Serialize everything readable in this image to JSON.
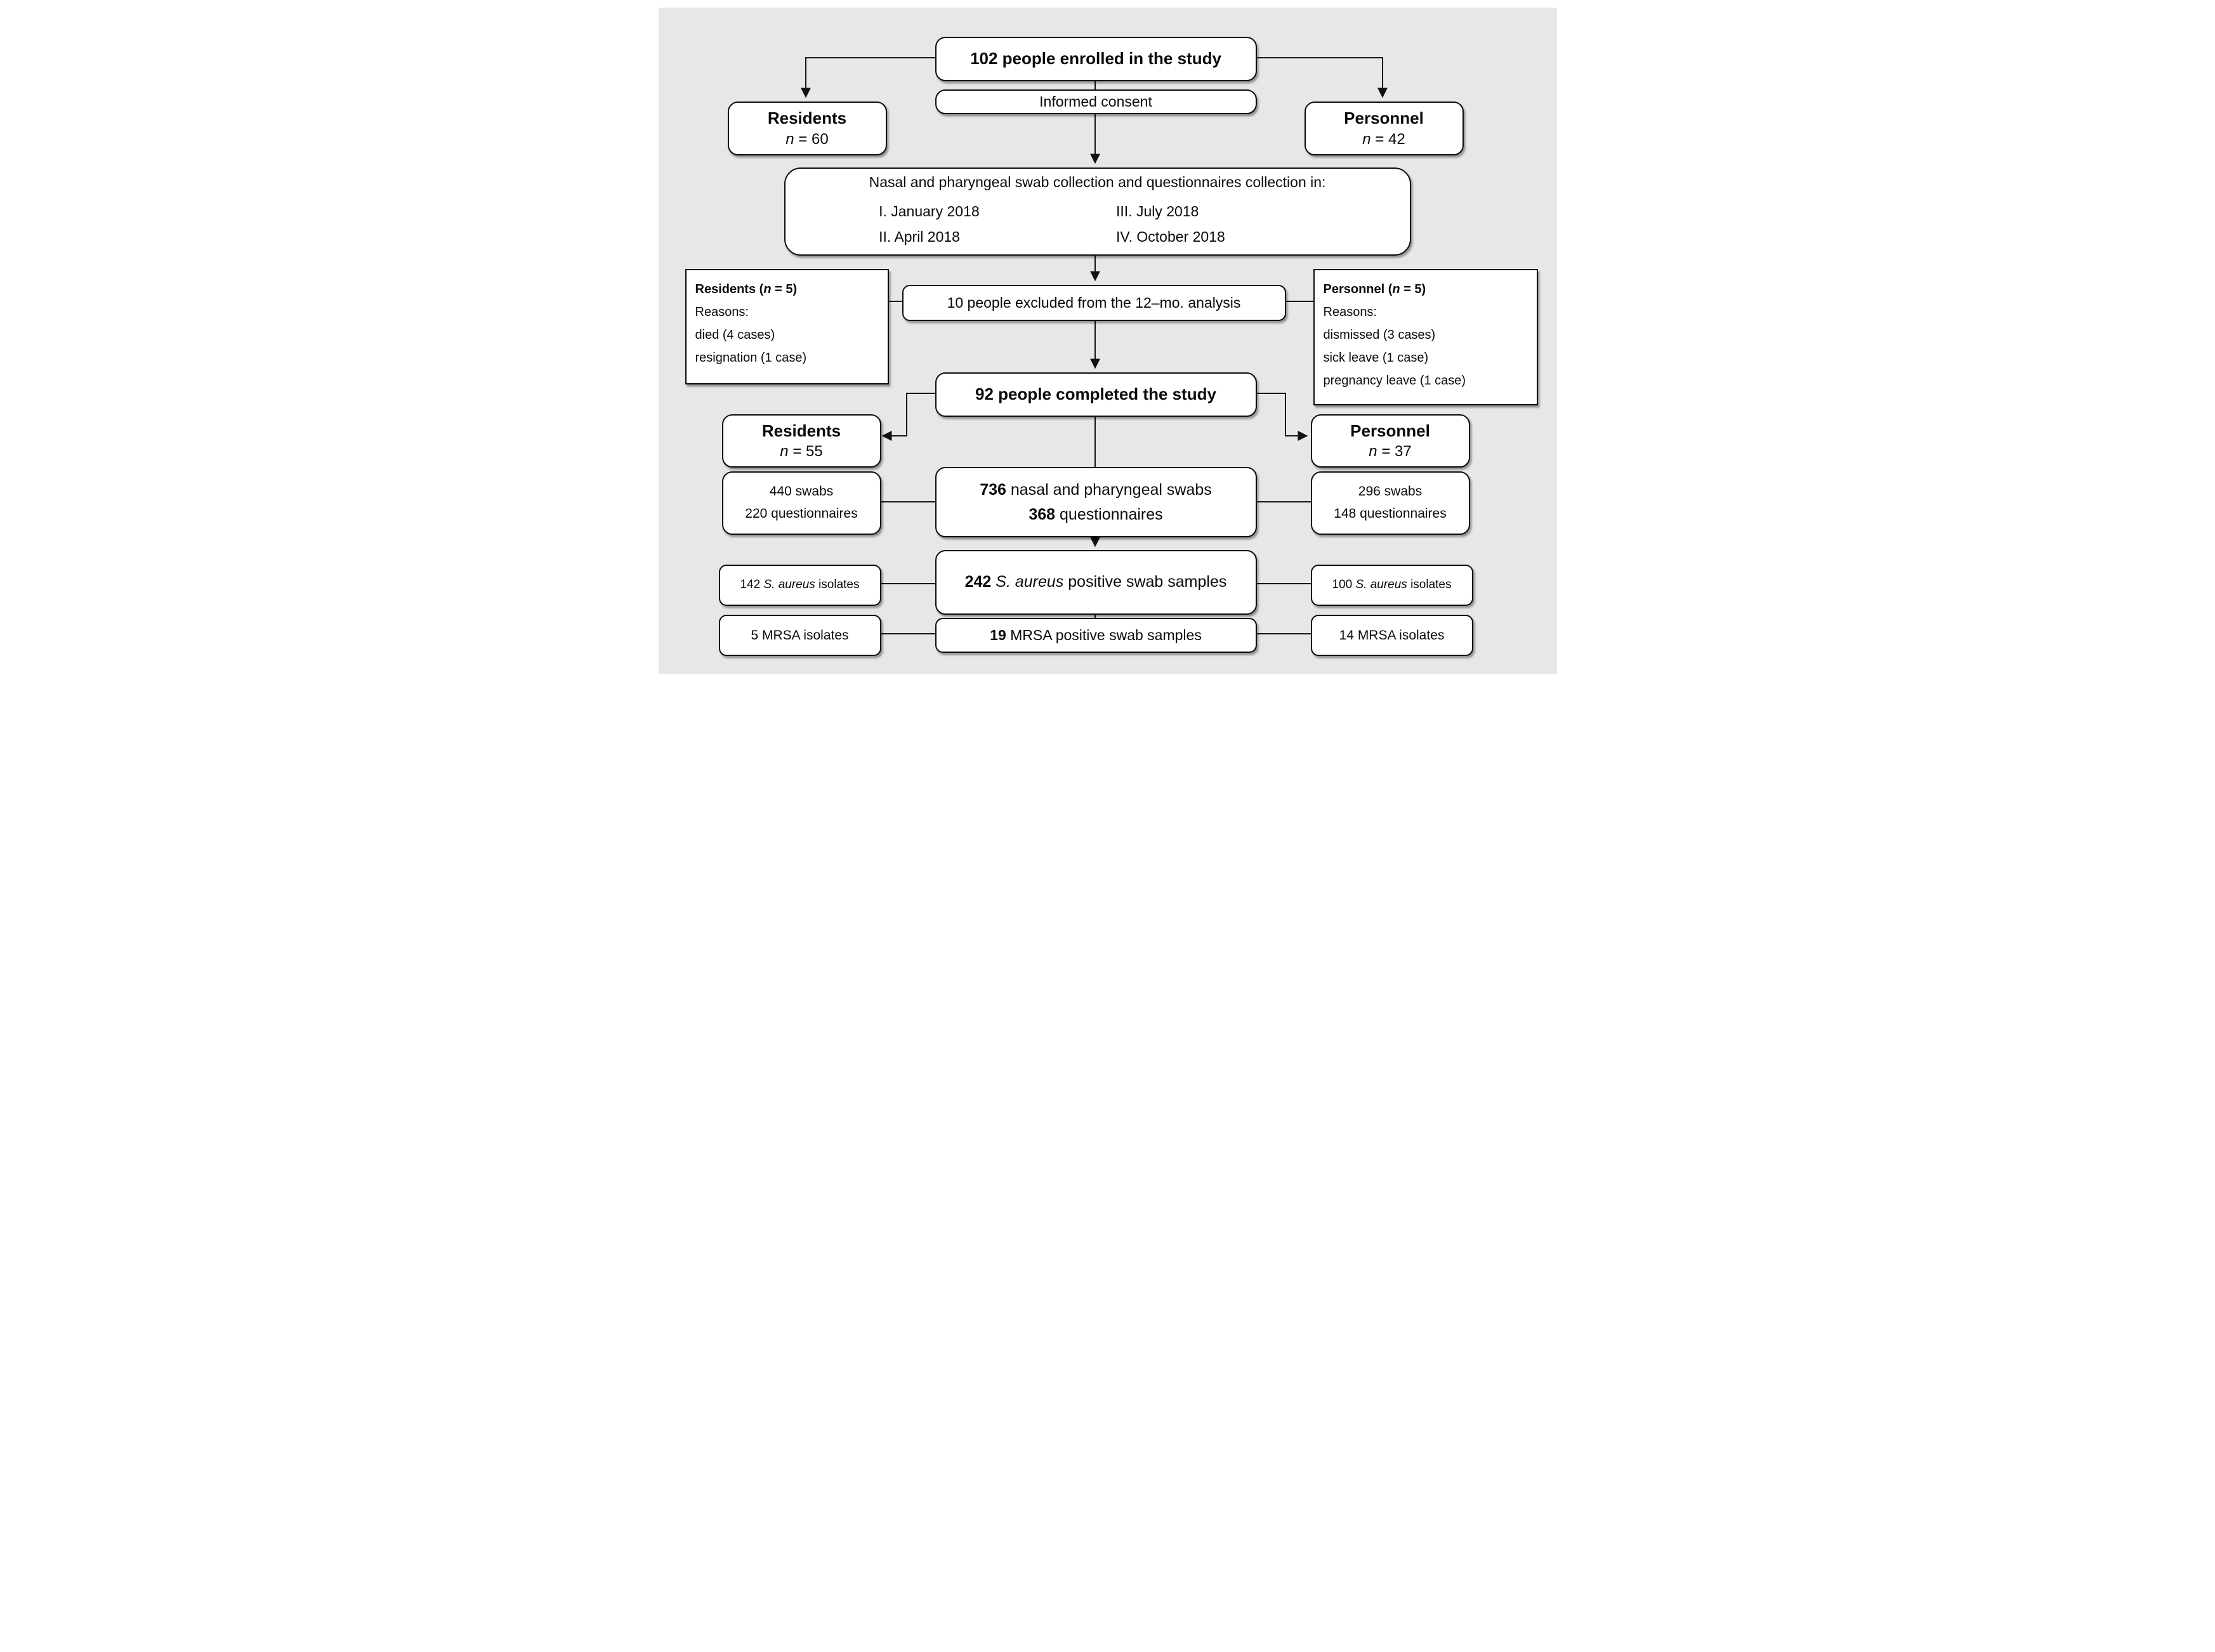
{
  "page": {
    "background": "#e7e7e7"
  },
  "nodes": {
    "enrolled": {
      "label": "102 people enrolled in the study"
    },
    "consent": {
      "label": "Informed consent"
    },
    "residents_enrolled": {
      "title": "Residents",
      "n_italic": "n",
      "n_rest": " = 60"
    },
    "personnel_enrolled": {
      "title": "Personnel",
      "n_italic": "n",
      "n_rest": " = 42"
    },
    "collection": {
      "intro": "Nasal and pharyngeal swab collection and questionnaires collection in:",
      "col1": [
        "I. January 2018",
        "II. April 2018"
      ],
      "col2": [
        "III. July 2018",
        "IV. October 2018"
      ]
    },
    "residents_excluded": {
      "title_pre": "Residents (",
      "title_n": "n",
      "title_post": " = 5)",
      "lines": [
        "Reasons:",
        "died (4 cases)",
        "resignation (1 case)"
      ]
    },
    "excluded": {
      "label": "10 people excluded from the 12–mo. analysis"
    },
    "personnel_excluded": {
      "title_pre": "Personnel (",
      "title_n": "n",
      "title_post": " = 5)",
      "lines": [
        "Reasons:",
        "dismissed (3 cases)",
        "sick leave (1 case)",
        "pregnancy leave (1 case)"
      ]
    },
    "completed": {
      "label": "92 people completed the study"
    },
    "residents_completed": {
      "title": "Residents",
      "n_italic": "n",
      "n_rest": " = 55"
    },
    "personnel_completed": {
      "title": "Personnel",
      "n_italic": "n",
      "n_rest": " = 37"
    },
    "residents_samples": {
      "line1": "440 swabs",
      "line2": "220 questionnaires"
    },
    "total_samples": {
      "count1": "736",
      "rest1": " nasal and pharyngeal swabs",
      "count2": "368",
      "rest2": " questionnaires"
    },
    "personnel_samples": {
      "line1": "296 swabs",
      "line2": "148 questionnaires"
    },
    "residents_aureus": {
      "pre": "142 ",
      "species": "S. aureus",
      "post": " isolates"
    },
    "aureus_positive": {
      "count": "242 ",
      "species": "S. aureus",
      "rest": " positive swab samples"
    },
    "personnel_aureus": {
      "pre": "100 ",
      "species": "S. aureus",
      "post": " isolates"
    },
    "residents_mrsa": {
      "label": "5 MRSA isolates"
    },
    "mrsa_positive": {
      "count": "19",
      "rest": " MRSA positive swab samples"
    },
    "personnel_mrsa": {
      "label": "14 MRSA isolates"
    }
  }
}
